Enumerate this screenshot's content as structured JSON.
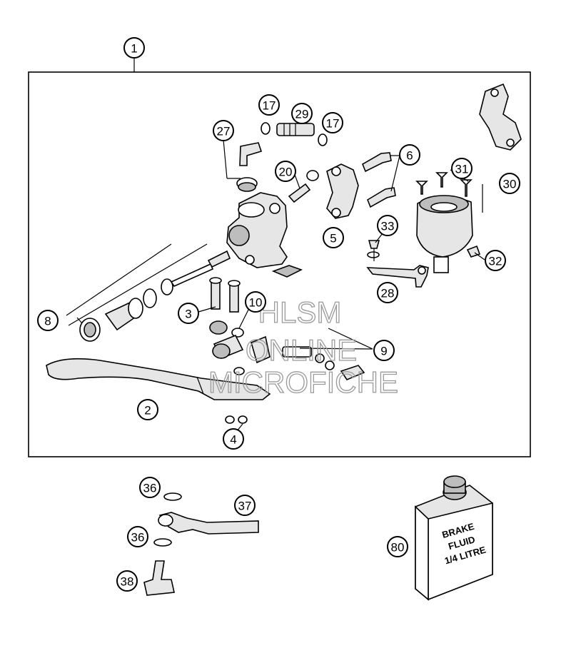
{
  "callouts": [
    {
      "id": "c1",
      "text": "1"
    },
    {
      "id": "c2",
      "text": "2"
    },
    {
      "id": "c3",
      "text": "3"
    },
    {
      "id": "c4",
      "text": "4"
    },
    {
      "id": "c5",
      "text": "5"
    },
    {
      "id": "c6",
      "text": "6"
    },
    {
      "id": "c8",
      "text": "8"
    },
    {
      "id": "c9",
      "text": "9"
    },
    {
      "id": "c10",
      "text": "10"
    },
    {
      "id": "c17a",
      "text": "17"
    },
    {
      "id": "c17b",
      "text": "17"
    },
    {
      "id": "c20",
      "text": "20"
    },
    {
      "id": "c27",
      "text": "27"
    },
    {
      "id": "c28",
      "text": "28"
    },
    {
      "id": "c29",
      "text": "29"
    },
    {
      "id": "c30",
      "text": "30"
    },
    {
      "id": "c31",
      "text": "31"
    },
    {
      "id": "c32",
      "text": "32"
    },
    {
      "id": "c33",
      "text": "33"
    },
    {
      "id": "c36a",
      "text": "36"
    },
    {
      "id": "c36b",
      "text": "36"
    },
    {
      "id": "c37",
      "text": "37"
    },
    {
      "id": "c38",
      "text": "38"
    },
    {
      "id": "c80",
      "text": "80"
    }
  ],
  "watermark": [
    "HLSM",
    "ONLINE",
    "MICROFICHE"
  ],
  "can_label": [
    "BRAKE",
    "FLUID",
    "1/4 LITRE"
  ]
}
